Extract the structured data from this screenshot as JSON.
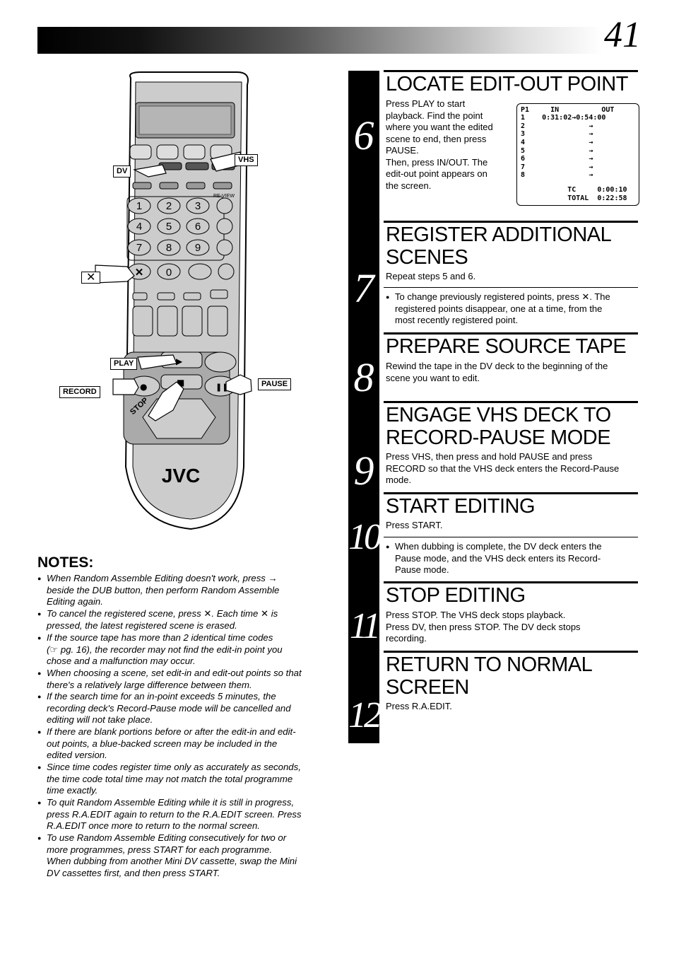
{
  "page_number": "41",
  "steps": [
    {
      "num": "6",
      "title_lines": [
        "LOCATE EDIT-OUT POINT"
      ],
      "body_lines": [
        "Press PLAY to start",
        "playback. Find the point",
        "where you want the edited",
        "scene to end, then press",
        "PAUSE.",
        "Then, press IN/OUT. The",
        "edit-out point appears on",
        "the screen."
      ]
    },
    {
      "num": "7",
      "title_lines": [
        "REGISTER ADDITIONAL",
        "SCENES"
      ],
      "body_lines": [
        "Repeat steps 5 and 6."
      ],
      "bullet_lines": [
        "To change previously registered points, press ✕. The",
        "registered points disappear, one at a time, from the",
        "most recently registered point."
      ]
    },
    {
      "num": "8",
      "title_lines": [
        "PREPARE SOURCE TAPE"
      ],
      "body_lines": [
        "Rewind the tape in the DV deck to the beginning of the",
        "scene you want to edit."
      ]
    },
    {
      "num": "9",
      "title_lines": [
        "ENGAGE VHS DECK TO",
        "RECORD-PAUSE MODE"
      ],
      "body_lines": [
        "Press VHS, then press and hold PAUSE and press",
        "RECORD so that the VHS deck enters the Record-Pause",
        "mode."
      ]
    },
    {
      "num": "10",
      "title_lines": [
        "START EDITING"
      ],
      "body_lines": [
        "Press START."
      ],
      "bullet_lines": [
        "When dubbing is complete, the DV deck enters the",
        "Pause mode, and the VHS deck enters its Record-",
        "Pause mode."
      ]
    },
    {
      "num": "11",
      "title_lines": [
        "STOP EDITING"
      ],
      "body_lines": [
        "Press STOP. The VHS deck stops playback.",
        "Press DV, then press STOP. The DV deck stops",
        "recording."
      ]
    },
    {
      "num": "12",
      "title_lines": [
        "RETURN TO NORMAL",
        "SCREEN"
      ],
      "body_lines": [
        "Press R.A.EDIT."
      ]
    }
  ],
  "osd": {
    "header": "P1     IN          OUT",
    "rows": [
      "1    0:31:02→0:54:00",
      "2               →",
      "3               →",
      "4               →",
      "5               →",
      "6               →",
      "7               →",
      "8               →"
    ],
    "tc": "           TC     0:00:10",
    "total": "           TOTAL  0:22:58"
  },
  "notes_title": "NOTES:",
  "notes": [
    [
      "When Random Assemble Editing doesn't work, press →",
      "beside the DUB button, then perform Random Assemble",
      "Editing again."
    ],
    [
      "To cancel the registered scene, press ✕. Each time ✕ is",
      "pressed, the latest registered scene is erased."
    ],
    [
      "If the source tape has more than 2 identical time codes",
      "(☞ pg. 16), the recorder may not find the edit-in point you",
      "chose and a malfunction may occur."
    ],
    [
      "When choosing a scene, set edit-in and edit-out points so that",
      "there's a relatively large difference between them."
    ],
    [
      "If the search time for an in-point exceeds 5 minutes, the",
      "recording deck's Record-Pause mode will be cancelled and",
      "editing will not take place."
    ],
    [
      "If there are blank portions before or after the edit-in and edit-",
      "out points, a blue-backed screen may be included in the",
      "edited version."
    ],
    [
      "Since time codes register time only as accurately as seconds,",
      "the time code total time may not match the total programme",
      "time exactly."
    ],
    [
      "To quit Random Assemble Editing while it is still in progress,",
      "press R.A.EDIT again to return to the R.A.EDIT screen. Press",
      "R.A.EDIT once more to return to the normal screen."
    ],
    [
      "To use Random Assemble Editing consecutively for two or",
      "more programmes, press START for each programme.",
      "When dubbing from another Mini DV cassette, swap the Mini",
      "DV cassettes first, and then press START."
    ]
  ],
  "remote": {
    "brand": "JVC",
    "callouts": {
      "vhs": "VHS",
      "dv": "DV",
      "play": "PLAY",
      "record": "RECORD",
      "pause": "PAUSE",
      "stop": "STOP",
      "x": "✕"
    },
    "keys": [
      "1",
      "2",
      "3",
      "4",
      "5",
      "6",
      "7",
      "8",
      "9",
      "0"
    ],
    "review_label": "RE-VIEW"
  }
}
